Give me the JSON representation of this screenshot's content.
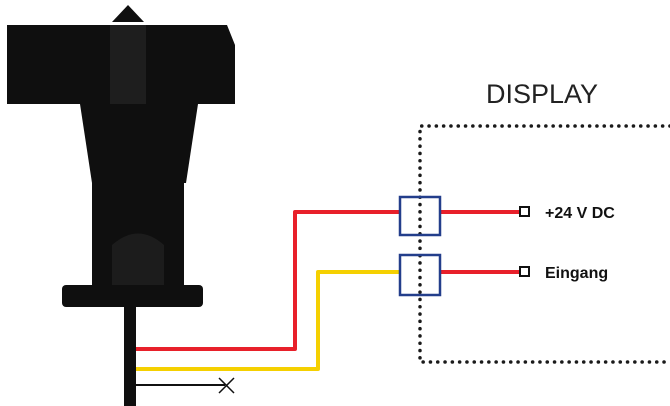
{
  "display": {
    "title": "DISPLAY"
  },
  "terminals": [
    {
      "label": "+24 V DC"
    },
    {
      "label": "Eingang"
    }
  ],
  "colors": {
    "sensor_body": "#0f0f0f",
    "wire_power": "#e8202a",
    "wire_signal": "#f5d000",
    "wire_unused": "#111111",
    "connector_border": "#233e8b",
    "dotted_border": "#1a1a1a"
  }
}
